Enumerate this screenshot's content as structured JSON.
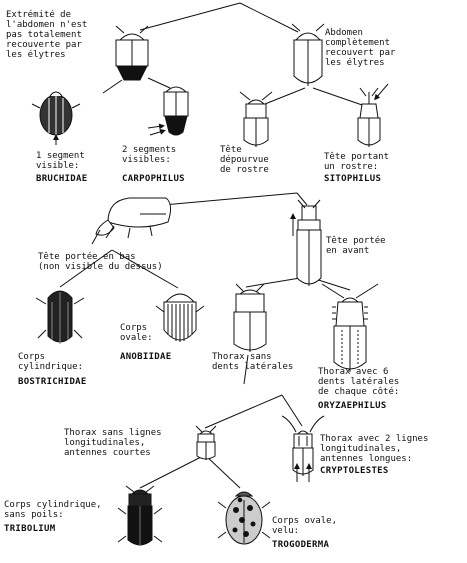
{
  "labels": {
    "abdomen_not_covered": "Extrémité de\nl'abdomen n'est\npas totalement\nrecouverte par\nles élytres",
    "abdomen_covered": "Abdomen\ncomplètement\nrecouvert par\nles élytres",
    "one_segment": "1 segment\nvisible:",
    "two_segments": "2 segments\nvisibles:",
    "head_without_rostrum": "Tête\ndépourvue\nde rostre",
    "head_with_rostrum": "Tête portant\nun rostre:",
    "head_down": "Tête portée en bas\n(non visible du dessus)",
    "head_forward": "Tête portée\nen avant",
    "body_cylindrical": "Corps\ncylindrique:",
    "body_oval": "Corps\novale:",
    "thorax_no_teeth": "Thorax sans\ndents latérales",
    "thorax_6_teeth": "Thorax avec 6\ndents latérales\nde chaque côté:",
    "thorax_no_lines": "Thorax sans lignes\nlongitudinales,\nantennes courtes",
    "thorax_2_lines": "Thorax avec 2 lignes\nlongitudinales,\nantennes longues:",
    "body_cylindrical_hairless": "Corps cylindrique,\nsans poils:",
    "body_oval_hairy": "Corps ovale,\nvelu:"
  },
  "taxa": {
    "bruchidae": "BRUCHIDAE",
    "carpophilus": "CARPOPHILUS",
    "sitophilus": "SITOPHILUS",
    "bostrichidae": "BOSTRICHIDAE",
    "anobiidae": "ANOBIIDAE",
    "oryzaephilus": "ORYZAEPHILUS",
    "cryptolestes": "CRYPTOLESTES",
    "tribolium": "TRIBOLIUM",
    "trogoderma": "TROGODERMA"
  },
  "colors": {
    "ink": "#111111",
    "background": "#ffffff"
  }
}
